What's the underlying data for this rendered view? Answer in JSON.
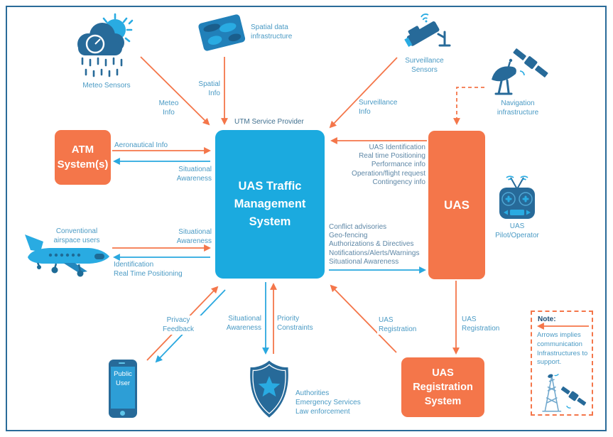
{
  "colors": {
    "orange": "#F4764A",
    "box_blue": "#1BAADF",
    "arrow_blue": "#2AA8DF",
    "icon_dark_blue": "#276A99",
    "icon_light_blue": "#29ABE2",
    "label_blue": "#4A9AC4",
    "list_blue": "#5E87A6",
    "caption_blue": "#41708F",
    "note_title_blue": "#1D4E75",
    "border_blue": "#2A6B99"
  },
  "boxes": {
    "atm": {
      "label": "ATM\nSystem(s)"
    },
    "utm": {
      "caption": "UTM Service Provider",
      "label": "UAS Traffic\nManagement\nSystem"
    },
    "uas": {
      "label": "UAS"
    },
    "registration": {
      "label": "UAS\nRegistration\nSystem"
    }
  },
  "nodes": {
    "meteo_sensors": "Meteo Sensors",
    "spatial_data": "Spatial data\ninfrastructure",
    "surveillance_sensors": "Surveillance\nSensors",
    "navigation_infrastructure": "Navigation\ninfrastructure",
    "uas_pilot": "UAS\nPilot/Operator",
    "conventional_users": "Conventional\nairspace users",
    "public_user": "Public\nUser",
    "authorities": "Authorities\nEmergency Services\nLaw enforcement"
  },
  "flows": {
    "meteo_info": "Meteo\nInfo",
    "spatial_info": "Spatial\nInfo",
    "surveillance_info": "Surveillance\nInfo",
    "aeronautical_info": "Aeronautical Info",
    "situational_awareness_atm": "Situational\nAwareness",
    "uas_to_utm": "UAS Identification\nReal time Positioning\nPerformance info\nOperation/flight request\nContingency info",
    "utm_to_uas": "Conflict advisories\nGeo-fencing\nAuthorizations & Directives\nNotifications/Alerts/Warnings\nSituational Awareness",
    "situational_awareness_conv": "Situational\nAwareness",
    "identification": "Identification\nReal Time Positioning",
    "privacy_feedback": "Privacy\nFeedback",
    "situational_awareness_auth": "Situational\nAwareness",
    "priority_constraints": "Priority\nConstraints",
    "uas_registration_to_utm": "UAS\nRegistration",
    "uas_registration_from_uas": "UAS\nRegistration"
  },
  "note": {
    "title": "Note:",
    "body": "Arrows implies\ncommunication\nInfrastructures to\nsupport."
  },
  "icons": {
    "meteo": "cloud-gauge-sun-rain-icon",
    "spatial": "contour-map-icon",
    "surveillance": "cctv-camera-icon",
    "navigation": "satellite-dish-icon",
    "pilot": "rc-controller-icon",
    "conventional": "airplane-icon",
    "public_user": "smartphone-icon",
    "authorities": "police-badge-icon",
    "note": "tower-satellite-icon"
  }
}
